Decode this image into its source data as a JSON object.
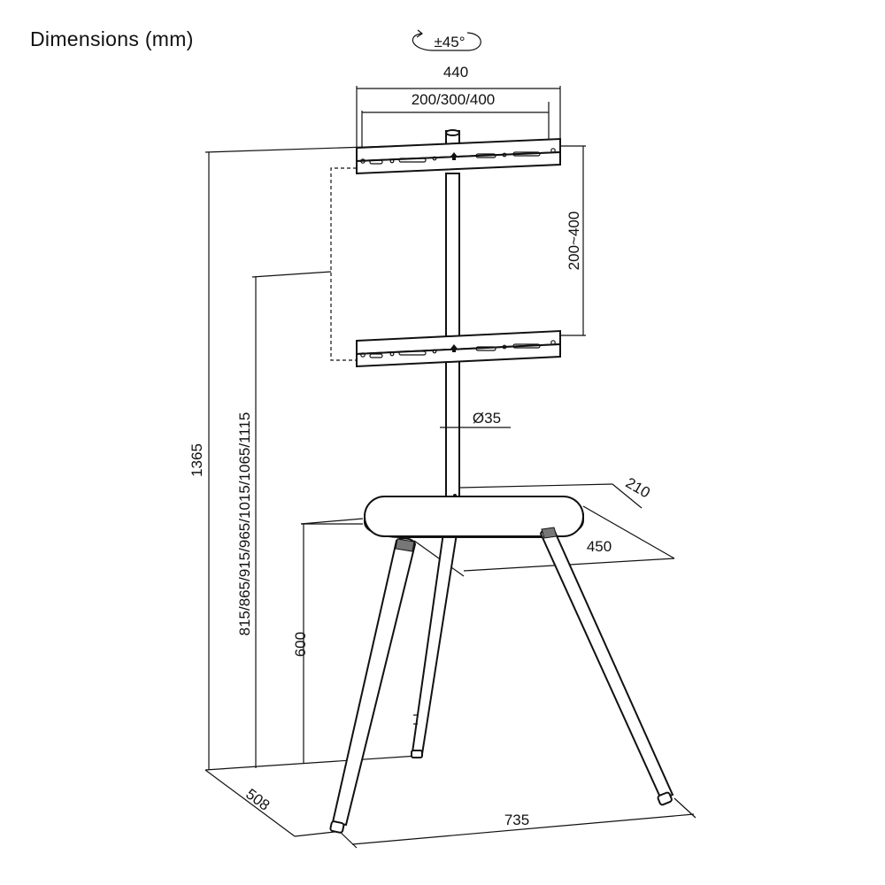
{
  "title": "Dimensions (mm)",
  "rotation_label": "±45°",
  "dimensions": {
    "bracket_width": "440",
    "vesa_widths": "200/300/400",
    "vesa_heights": "200~400",
    "pole_diameter": "Ø35",
    "shelf_depth": "210",
    "shelf_width": "450",
    "total_height": "1365",
    "mount_heights": "815/865/915/965/1015/1065/1115",
    "shelf_height": "600",
    "base_depth": "508",
    "base_width": "735"
  }
}
